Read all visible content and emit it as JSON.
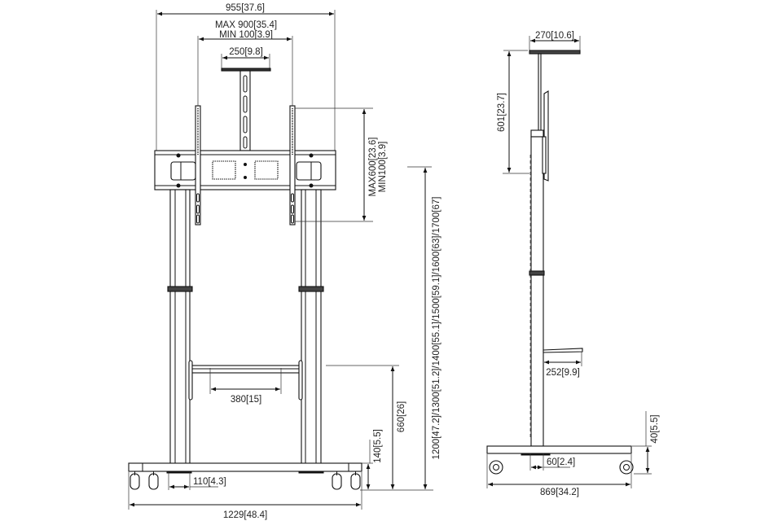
{
  "front_view": {
    "overall_width": "955[37.6]",
    "bracket_max": "MAX 900[35.4]",
    "bracket_min": "MIN 100[3.9]",
    "top_plate_width": "250[9.8]",
    "vertical_max": "MAX600[23.6]",
    "vertical_min": "MIN100[3.9]",
    "height_options": "1200[47.2]/1300[51.2]/1400[55.1]/1500[59.1]/1600[63]/1700[67]",
    "shelf_height": "660[26]",
    "base_height": "140[5.5]",
    "shelf_width": "380[15]",
    "column_offset": "110[4.3]",
    "base_width": "1229[48.4]"
  },
  "side_view": {
    "top_plate_depth": "270[10.6]",
    "top_height": "601[23.7]",
    "shelf_depth": "252[9.9]",
    "base_height": "40[5.5]",
    "column_depth": "60[2.4]",
    "base_depth": "869[34.2]"
  }
}
